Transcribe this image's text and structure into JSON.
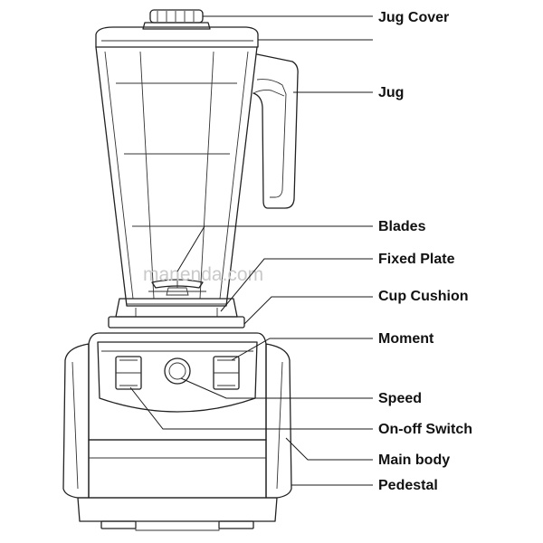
{
  "watermark": "manenda.com",
  "labels": [
    {
      "id": "jug-cover",
      "text": "Jug Cover"
    },
    {
      "id": "jug",
      "text": "Jug"
    },
    {
      "id": "blades",
      "text": "Blades"
    },
    {
      "id": "fixed-plate",
      "text": "Fixed Plate"
    },
    {
      "id": "cup-cushion",
      "text": "Cup Cushion"
    },
    {
      "id": "moment",
      "text": "Moment"
    },
    {
      "id": "speed",
      "text": "Speed"
    },
    {
      "id": "on-off-switch",
      "text": "On-off Switch"
    },
    {
      "id": "main-body",
      "text": "Main body"
    },
    {
      "id": "pedestal",
      "text": "Pedestal"
    }
  ]
}
